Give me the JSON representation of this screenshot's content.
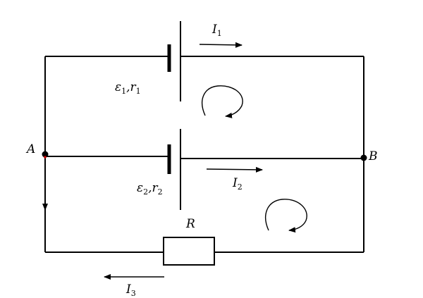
{
  "labels": {
    "node_a": "A",
    "node_b": "B",
    "resistor": "R",
    "emf1": {
      "eps": "ε",
      "eps_sub": "1",
      "sep": ",",
      "r": "r",
      "r_sub": "1"
    },
    "emf2": {
      "eps": "ε",
      "eps_sub": "2",
      "sep": ",",
      "r": "r",
      "r_sub": "2"
    },
    "current1": {
      "main": "I",
      "sub": "1"
    },
    "current2": {
      "main": "I",
      "sub": "2"
    },
    "current3": {
      "main": "I",
      "sub": "3"
    }
  },
  "colors": {
    "line": "#000000",
    "node_a_mark": "#cc0000"
  }
}
